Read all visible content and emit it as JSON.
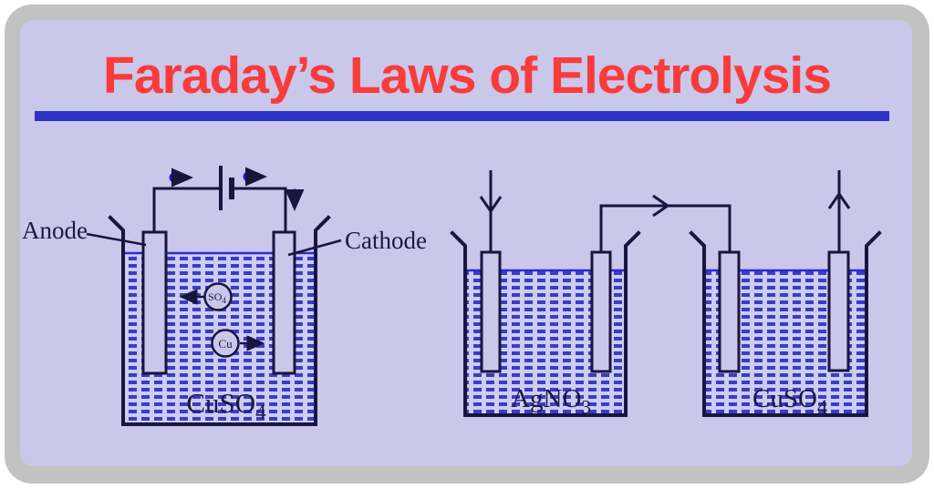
{
  "page": {
    "title": "Faraday’s Laws of Electrolysis"
  },
  "diagram": {
    "cell1": {
      "anode_label": "Anode",
      "cathode_label": "Cathode",
      "solution": {
        "main": "CuSO",
        "sub": "4"
      },
      "ions": {
        "anion": {
          "main": "SO",
          "sub": "4"
        },
        "cation": {
          "main": "Cu"
        }
      }
    },
    "cell2": {
      "solution": {
        "main": "AgNO",
        "sub": "3"
      }
    },
    "cell3": {
      "solution": {
        "main": "CuSO",
        "sub": "4"
      }
    }
  },
  "colors": {
    "title_red": "#f93b3b",
    "underline_blue": "#2c34c8",
    "line_navy": "#16163e",
    "liquid_dash_blue": "#3c3cc6",
    "liquid_surface_blue": "#2b2bd0",
    "electron_dot_blue": "#1e1ed2",
    "panel_lavender": "#c9c7ea",
    "liquid_base": "#cccdf1",
    "frame_gray": "#c2c2c2"
  }
}
